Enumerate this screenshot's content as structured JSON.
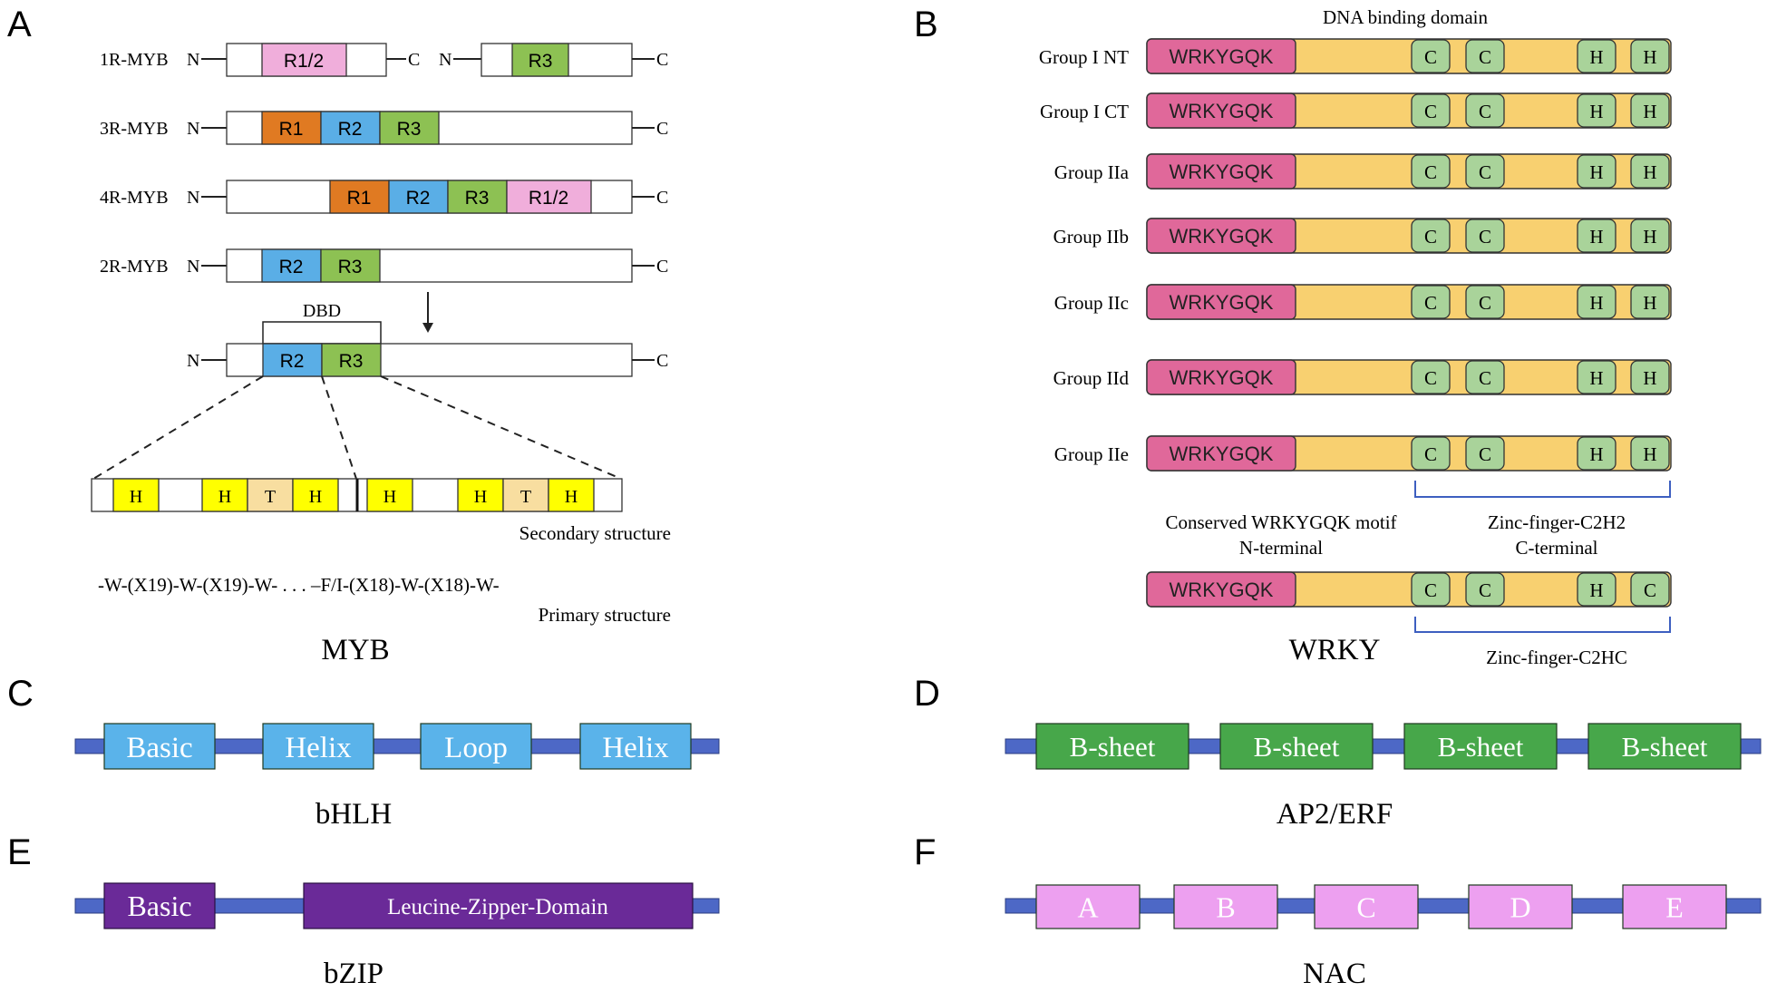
{
  "panels": {
    "A": {
      "letter": "A",
      "rows": [
        {
          "label": "1R-MYB",
          "n": "N",
          "c": "C",
          "segments": [
            "R1/2"
          ],
          "n2": "N",
          "c2": "C",
          "segments2": [
            "R3"
          ]
        },
        {
          "label": "3R-MYB",
          "n": "N",
          "c": "C",
          "segments": [
            "R1",
            "R2",
            "R3"
          ]
        },
        {
          "label": "4R-MYB",
          "n": "N",
          "c": "C",
          "segments": [
            "R1",
            "R2",
            "R3",
            "R1/2"
          ]
        },
        {
          "label": "2R-MYB",
          "n": "N",
          "c": "C",
          "segments": [
            "R2",
            "R3"
          ]
        }
      ],
      "dbd_label": "DBD",
      "dbd_row": {
        "n": "N",
        "c": "C",
        "segments": [
          "R2",
          "R3"
        ]
      },
      "secondary_cells": [
        "H",
        "H",
        "T",
        "H",
        "H",
        "H",
        "T",
        "H"
      ],
      "secondary_label": "Secondary structure",
      "primary_sequence": "-W-(X19)-W-(X19)-W- . . . –F/I-(X18)-W-(X18)-W-",
      "primary_label": "Primary structure",
      "title": "MYB"
    },
    "B": {
      "letter": "B",
      "header": "DNA binding domain",
      "motif": "WRKYGQK",
      "groups": [
        {
          "label": "Group I NT",
          "cells": [
            "C",
            "C",
            "H",
            "H"
          ]
        },
        {
          "label": "Group I CT",
          "cells": [
            "C",
            "C",
            "H",
            "H"
          ]
        },
        {
          "label": "Group IIa",
          "cells": [
            "C",
            "C",
            "H",
            "H"
          ]
        },
        {
          "label": "Group IIb",
          "cells": [
            "C",
            "C",
            "H",
            "H"
          ]
        },
        {
          "label": "Group IIc",
          "cells": [
            "C",
            "C",
            "H",
            "H"
          ]
        },
        {
          "label": "Group IId",
          "cells": [
            "C",
            "C",
            "H",
            "H"
          ]
        },
        {
          "label": "Group IIe",
          "cells": [
            "C",
            "C",
            "H",
            "H"
          ]
        }
      ],
      "annotation_left": [
        "Conserved WRKYGQK motif",
        "N-terminal"
      ],
      "annotation_right": [
        "Zinc-finger-C2H2",
        "C-terminal"
      ],
      "last_row": {
        "cells": [
          "C",
          "C",
          "H",
          "C"
        ]
      },
      "bottom_annotation": "Zinc-finger-C2HC",
      "title": "WRKY"
    },
    "C": {
      "letter": "C",
      "domains": [
        "Basic",
        "Helix",
        "Loop",
        "Helix"
      ],
      "title": "bHLH"
    },
    "D": {
      "letter": "D",
      "domains": [
        "B-sheet",
        "B-sheet",
        "B-sheet",
        "B-sheet"
      ],
      "title": "AP2/ERF"
    },
    "E": {
      "letter": "E",
      "domains": [
        "Basic",
        "Leucine-Zipper-Domain"
      ],
      "title": "bZIP"
    },
    "F": {
      "letter": "F",
      "domains": [
        "A",
        "B",
        "C",
        "D",
        "E"
      ],
      "title": "NAC"
    }
  },
  "colors": {
    "R1": "#E07A22",
    "R2": "#5AAEE6",
    "R3": "#8DC153",
    "R1/2": "#F0AEDB",
    "helix": "#FFFF00",
    "turn": "#F8DEA0",
    "wrky_motif": "#E0689A",
    "wrky_body": "#F8D070",
    "zinc_cell": "#A9D39A",
    "bhlh_domain": "#5AB3EA",
    "ap2_domain": "#47A74A",
    "bzip_domain": "#6A2A98",
    "nac_domain": "#EDA0F0",
    "backbone": "#4D68C6",
    "bracket": "#3D5FC0"
  }
}
